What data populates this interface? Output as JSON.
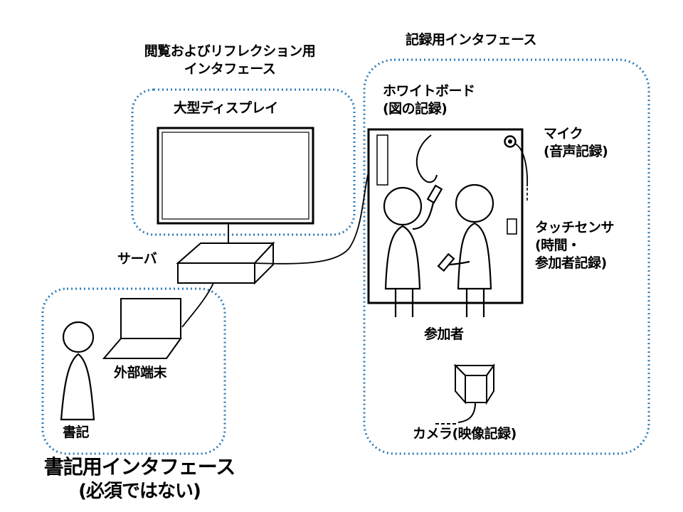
{
  "regions": {
    "viewing": {
      "title_line1": "閲覧およびリフレクション用",
      "title_line2": "インタフェース"
    },
    "recording": {
      "title": "記録用インタフェース"
    },
    "scribe": {
      "title_line1": "書記用インタフェース",
      "title_line2": "(必須ではない)"
    }
  },
  "devices": {
    "display": {
      "label": "大型ディスプレイ"
    },
    "server": {
      "label": "サーバ"
    },
    "terminal": {
      "label": "外部端末"
    },
    "whiteboard": {
      "label_line1": "ホワイトボード",
      "label_line2": "(図の記録)"
    },
    "mic": {
      "label_line1": "マイク",
      "label_line2": "(音声記録)"
    },
    "touch_sensor": {
      "label_line1": "タッチセンサ",
      "label_line2": "(時間・",
      "label_line3": "参加者記録)"
    },
    "camera": {
      "label": "カメラ(映像記録)"
    }
  },
  "people": {
    "participants": {
      "label": "参加者"
    },
    "scribe": {
      "label": "書記"
    }
  },
  "colors": {
    "region_border": "#2a7ab8",
    "stroke": "#000000"
  }
}
